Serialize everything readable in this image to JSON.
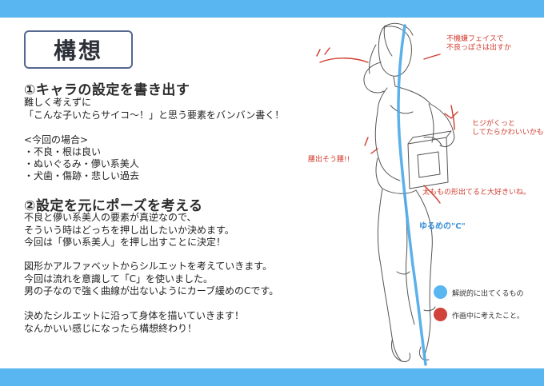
{
  "title": "構想",
  "section1": {
    "heading": "①キャラの設定を書き出す",
    "body": "難しく考えずに\n「こんな子いたらサイコ〜！」と思う要素をバンバン書く！",
    "case_title": "<今回の場合>",
    "items": [
      "・不良・根は良い",
      "・ぬいぐるみ・儚い系美人",
      "・犬歯・傷跡・悲しい過去"
    ]
  },
  "section2": {
    "heading": "②設定を元にポーズを考える",
    "para1": "不良と儚い系美人の要素が真逆なので、\nそういう時はどっちを押し出したいか決めます。\n今回は「儚い系美人」を押し出すことに決定！",
    "para2": "図形かアルファベットからシルエットを考えていきます。\n今回は流れを意識して「C」を使いました。\n男の子なので強く曲線が出ないようにカーブ緩めのCです。",
    "para3": "決めたシルエットに沿って身体を描いていきます！\nなんかいい感じになったら構想終わり！"
  },
  "annotations": {
    "face": "不機嫌フェイスで\n不良っぽさは出すか",
    "elbow": "ヒジがくっと\nしてたらかわいいかも",
    "hip": "腰出そう腰!!",
    "thigh": "太ももの形出てると大好きいね。",
    "curve": "ゆるめの\"C\""
  },
  "legend": [
    {
      "label": "解説的に出てくるもの",
      "color": "#5ab6f0"
    },
    {
      "label": "作画中に考えたこと。",
      "color": "#d0423a"
    }
  ],
  "colors": {
    "band": "#5ab6f0",
    "annotation_red": "#d03a2c",
    "curve_blue": "#4aa8e8"
  }
}
